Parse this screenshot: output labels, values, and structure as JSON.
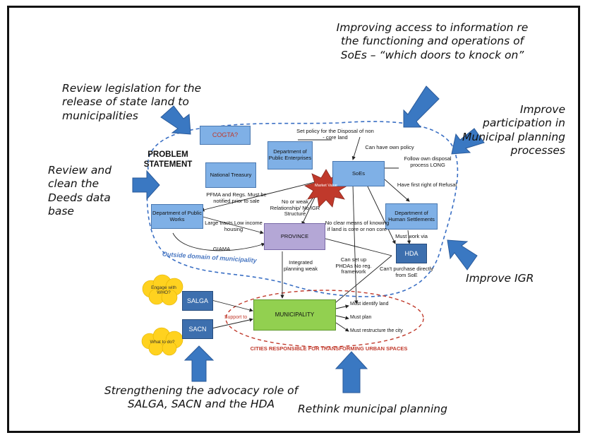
{
  "callouts": {
    "improving_access": "Improving access to information re the functioning and operations of SoEs – “which doors to knock on”",
    "review_legislation": "Review legislation for the release of state land to municipalities",
    "improve_participation": "Improve participation in Municipal planning processes",
    "review_clean": "Review and clean the Deeds data base",
    "improve_igr": "Improve IGR",
    "strengthening": "Strengthening the advocacy role of SALGA, SACN and the HDA",
    "rethink": "Rethink municipal planning"
  },
  "problem_statement": "PROBLEM STATEMENT",
  "boxes": {
    "cogta": "COGTA?",
    "national_treasury": "National Treasury",
    "dept_public_enterprises": "Department of Public Enterprises",
    "soes": "SoEs",
    "dept_human_settlements": "Department of Human Settlements",
    "dept_public_works": "Department of Public Works",
    "province": "PROVINCE",
    "hda": "HDA",
    "salga": "SALGA",
    "sacn": "SACN",
    "municipality": "MUNICIPALITY"
  },
  "starburst": "Market Value",
  "clouds": {
    "engage": "Engage with WHO?",
    "what_to_do": "What to do?"
  },
  "labels": {
    "set_policy": "Set policy for the Disposal of non - core land",
    "can_have_policy": "Can have own policy",
    "follow_own": "Follow own disposal process LONG",
    "first_right": "Have first right of Refusal",
    "pfma": "PFMA and Regs. Must be notified prior to sale",
    "no_weak": "No or weak Relationship/ No IGR Structure",
    "no_clear": "No clear means of knowing if land is core or non core",
    "must_work": "Must work via",
    "large_tracts": "Large tracts Low income housing",
    "giama": "GIAMA",
    "can_set_up": "Can set up PHDAs No reg. framework",
    "cant_purchase": "Can't purchase directly from SoE",
    "integrated": "Integrated planning weak",
    "support_to": "Support to",
    "must_identify": "Must identify land",
    "must_plan": "Must plan",
    "must_restructure": "Must restructure the city",
    "outside_domain": "Outside domain of municipality",
    "cities_responsible": "CITIES RESPONSIBLE FOR TRANSFORMING URBAN SPACES"
  },
  "colors": {
    "arrow": "#3a78c2",
    "box_light": "#7fb0e6",
    "box_dark": "#3d6fae",
    "municipality": "#92d050",
    "province": "#b4a7d6",
    "starburst": "#c0392b",
    "cloud": "#ffd21f",
    "outside_domain_text": "#4a78c2",
    "cities_text": "#c0392b",
    "cogta_text": "#c0392b"
  }
}
